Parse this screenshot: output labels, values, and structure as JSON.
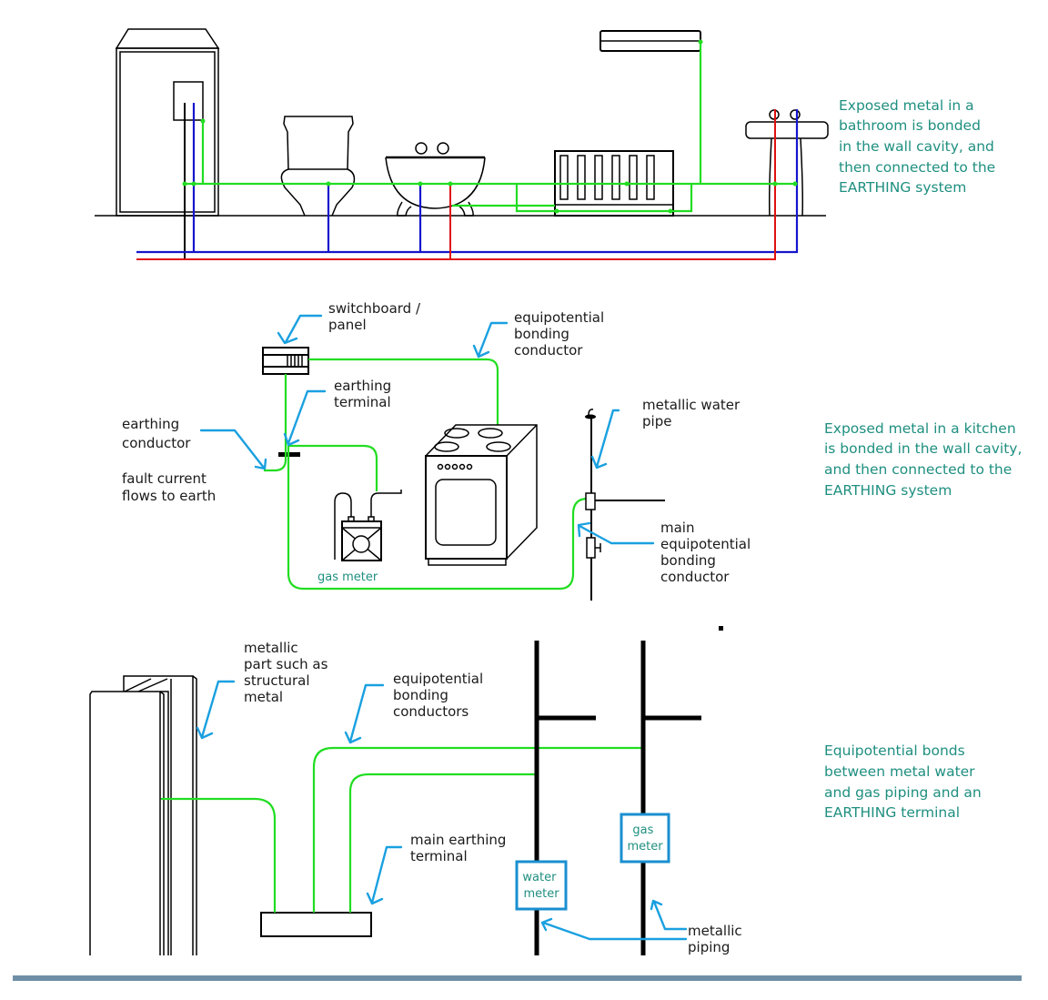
{
  "panels": {
    "bathroom": {
      "caption": [
        "Exposed metal in a",
        "bathroom is bonded",
        "in the wall cavity, and",
        "then connected to the",
        "EARTHING system"
      ],
      "items": [
        "cabinet",
        "switch-box",
        "toilet",
        "bath",
        "radiator",
        "light-fitting",
        "basin"
      ]
    },
    "kitchen": {
      "labels": {
        "switchboard": [
          "switchboard /",
          "panel"
        ],
        "bonding_conductor": [
          "equipotential",
          "bonding",
          "conductor"
        ],
        "earthing_terminal": [
          "earthing",
          "terminal"
        ],
        "earthing_conductor": [
          "earthing",
          "conductor"
        ],
        "fault_current": [
          "fault current",
          "flows to earth"
        ],
        "water_pipe": [
          "metallic water",
          "pipe"
        ],
        "main_bonding": [
          "main",
          "equipotential",
          "bonding",
          "conductor"
        ],
        "gas_meter": "gas meter"
      },
      "caption": [
        "Exposed metal in a kitchen",
        "is bonded in the wall cavity,",
        "and then connected to the",
        "EARTHING system"
      ]
    },
    "structure": {
      "labels": {
        "structural_metal": [
          "metallic",
          "part such as",
          "structural",
          "metal"
        ],
        "bonding_conductors": [
          "equipotential",
          "bonding",
          "conductors"
        ],
        "main_terminal": [
          "main earthing",
          "terminal"
        ],
        "water_meter": [
          "water",
          "meter"
        ],
        "gas_meter": [
          "gas",
          "meter"
        ],
        "metallic_piping": [
          "metallic",
          "piping"
        ]
      },
      "caption": [
        "Equipotential bonds",
        "between metal water",
        "and gas piping and an",
        "EARTHING terminal"
      ]
    }
  },
  "colors": {
    "earth_bond": "#22dd22",
    "cold_water": "#1515cc",
    "hot_water": "#e01010",
    "callout": "#1aa0e0",
    "caption": "#1f8f80"
  }
}
